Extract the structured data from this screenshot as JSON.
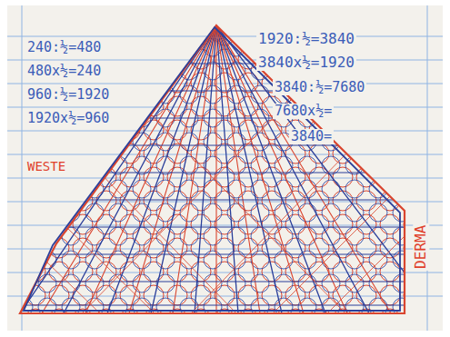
{
  "diagram": {
    "labels": [
      "240:½=480",
      "480x½=240",
      "960:½=1920",
      "1920x½=960",
      "WESTE",
      "1920:½=3840",
      "3840x½=1920",
      "3840:½=7680",
      "7680x½=",
      "3840=",
      "DERMA"
    ]
  }
}
